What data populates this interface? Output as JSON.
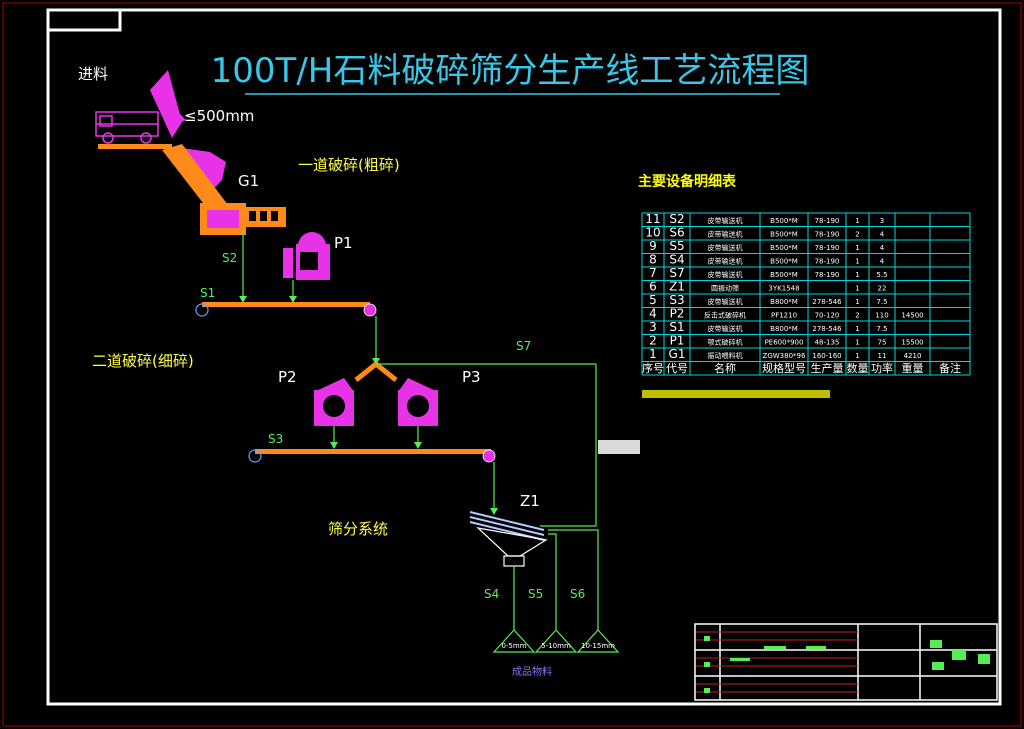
{
  "title": "100T/H石料破碎筛分生产线工艺流程图",
  "labels": {
    "feed": "进料",
    "feed_size": "≤500mm",
    "stage1": "一道破碎(粗碎)",
    "stage2": "二道破碎(细碎)",
    "screening": "筛分系统",
    "product": "成品物料"
  },
  "equipment_labels": {
    "G1": "G1",
    "P1": "P1",
    "P2": "P2",
    "P3": "P3",
    "Z1": "Z1"
  },
  "belt_labels": {
    "S1": "S1",
    "S2": "S2",
    "S3": "S3",
    "S4": "S4",
    "S5": "S5",
    "S6": "S6",
    "S7": "S7"
  },
  "product_sizes": [
    "0-5mm",
    "5-10mm",
    "10-15mm"
  ],
  "table": {
    "heading": "主要设备明细表",
    "header": [
      "序号",
      "代号",
      "名称",
      "规格型号",
      "生产量",
      "数量",
      "功率",
      "重量",
      "备注"
    ],
    "rows": [
      [
        "11",
        "S2",
        "皮带输送机",
        "B500*M",
        "78-190",
        "1",
        "3",
        "",
        ""
      ],
      [
        "10",
        "S6",
        "皮带输送机",
        "B500*M",
        "78-190",
        "2",
        "4",
        "",
        ""
      ],
      [
        "9",
        "S5",
        "皮带输送机",
        "B500*M",
        "78-190",
        "1",
        "4",
        "",
        ""
      ],
      [
        "8",
        "S4",
        "皮带输送机",
        "B500*M",
        "78-190",
        "1",
        "4",
        "",
        ""
      ],
      [
        "7",
        "S7",
        "皮带输送机",
        "B500*M",
        "78-190",
        "1",
        "5.5",
        "",
        ""
      ],
      [
        "6",
        "Z1",
        "圆振动筛",
        "3YK1548",
        "",
        "1",
        "22",
        "",
        ""
      ],
      [
        "5",
        "S3",
        "皮带输送机",
        "B800*M",
        "278-546",
        "1",
        "7.5",
        "",
        ""
      ],
      [
        "4",
        "P2",
        "反击式破碎机",
        "PF1210",
        "70-120",
        "2",
        "110",
        "14500",
        ""
      ],
      [
        "3",
        "S1",
        "皮带输送机",
        "B800*M",
        "278-546",
        "1",
        "7.5",
        "",
        ""
      ],
      [
        "2",
        "P1",
        "颚式破碎机",
        "PE600*900",
        "48-135",
        "1",
        "75",
        "15500",
        ""
      ],
      [
        "1",
        "G1",
        "振动喂料机",
        "ZGW380*96",
        "160-160",
        "1",
        "11",
        "4210",
        ""
      ]
    ]
  },
  "colors": {
    "frame": "#ffffff",
    "title": "#39c6e8",
    "machine": "#e832e8",
    "belt": "#ff8a1c",
    "flow": "#55ee55",
    "table_line": "#00d8d8",
    "heading": "#ffff00",
    "product_text": "#7a7aff"
  }
}
